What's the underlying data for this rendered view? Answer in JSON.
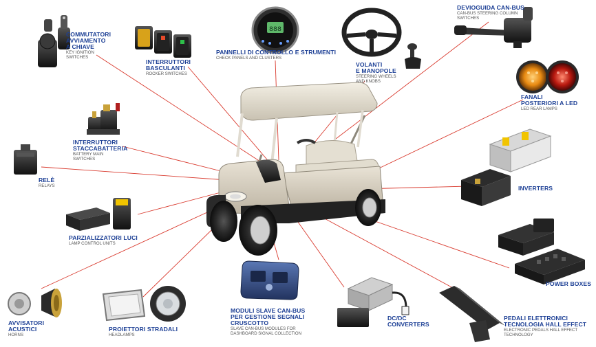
{
  "labels": {
    "ignition": {
      "title": [
        "COMMUTATORI",
        "AVVIAMENTO",
        "A CHIAVE"
      ],
      "sub": [
        "KEY IGNITION",
        "SWITCHES"
      ]
    },
    "rocker": {
      "title": [
        "INTERRUTTORI",
        "BASCULANTI"
      ],
      "sub": [
        "ROCKER SWITCHES"
      ]
    },
    "panels": {
      "title": [
        "PANNELLI DI CONTROLLO e STRUMENTI"
      ],
      "sub": [
        "CHECK PANELS AND CLUSTERS"
      ]
    },
    "steering_wheels": {
      "title": [
        "VOLANTI",
        "E MANOPOLE"
      ],
      "sub": [
        "STEERING WHEELS",
        "AND KNOBS"
      ]
    },
    "column": {
      "title": [
        "DEVIOGUIDA CAN-bus"
      ],
      "sub": [
        "CAN-bus STEERING COLUMN",
        "SWITCHES"
      ]
    },
    "led": {
      "title": [
        "FANALI",
        "POSTERIORI A LED"
      ],
      "sub": [
        "LED REAR LAMPS"
      ]
    },
    "battery": {
      "title": [
        "INTERRUTTORI",
        "STACCABATTERIA"
      ],
      "sub": [
        "BATTERY MAIN",
        "SWITCHES"
      ]
    },
    "relays": {
      "title": [
        "RELÈ"
      ],
      "sub": [
        "RELAYS"
      ]
    },
    "inverters": {
      "title": [
        "INVERTERS"
      ],
      "sub": []
    },
    "lamp_control": {
      "title": [
        "PARZIALIZZATORI LUCI"
      ],
      "sub": [
        "LAMP CONTROL UNITS"
      ]
    },
    "power_boxes": {
      "title": [
        "POWER BOXES"
      ],
      "sub": []
    },
    "horns": {
      "title": [
        "AVVISATORI",
        "ACUSTICI"
      ],
      "sub": [
        "HORNS"
      ]
    },
    "headlamps": {
      "title": [
        "PROIETTORI STRADALI"
      ],
      "sub": [
        "HEADLAMPS"
      ]
    },
    "slave_modules": {
      "title": [
        "MODULI SLAVE CAN-bus",
        "PER GESTIONE SEGNALI",
        "CRUSCOTTO"
      ],
      "sub": [
        "SLAVE CAN-bus MODULES FOR",
        "DASHBOARD SIGNAL COLLECTION"
      ]
    },
    "dcdc": {
      "title": [
        "DC/DC",
        "CONVERTERS"
      ],
      "sub": []
    },
    "pedals": {
      "title": [
        "PEDALI ELETTRONICI",
        "TECNOLOGIA HALL EFFECT"
      ],
      "sub": [
        "ELECTRONIC PEDALS HALL EFFECT",
        "TECHNOLOGY"
      ]
    }
  },
  "panel_display": "888",
  "colors": {
    "label": "#1c3f95",
    "sub": "#555555",
    "line": "#d93a2e"
  }
}
